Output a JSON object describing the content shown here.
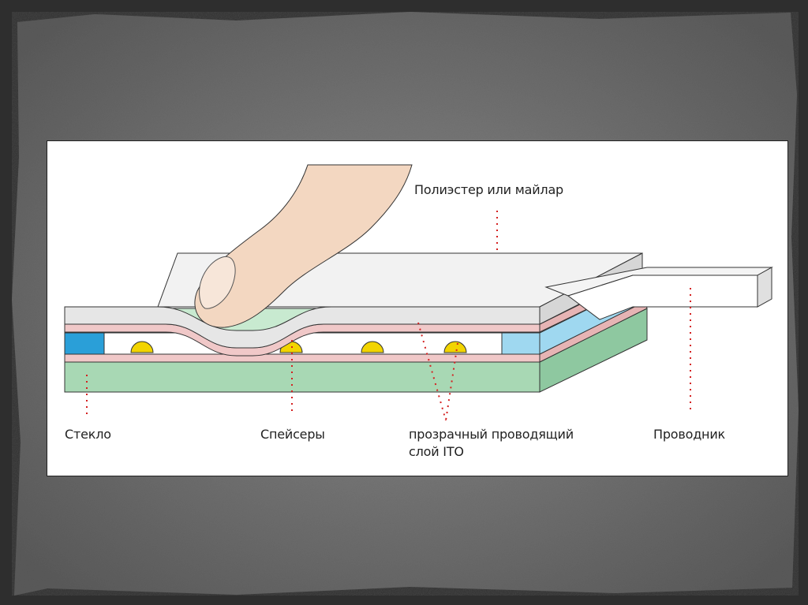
{
  "diagram": {
    "labels": {
      "polyester": "Полиэстер или майлар",
      "glass": "Стекло",
      "spacers": "Спейсеры",
      "ito_line1": "прозрачный проводящий",
      "ito_line2": "слой ITO",
      "conductor": "Проводник"
    },
    "colors": {
      "background_texture": "#6f6f6f",
      "glass_layer": "#a8d8b4",
      "ito_layer": "#f0c8c8",
      "edge_blue": "#2a9fd8",
      "edge_light_blue": "#9fd8f0",
      "spacer": "#f2d400",
      "polyester_film": "#e6e6e6",
      "leader_line": "#d42020"
    }
  }
}
